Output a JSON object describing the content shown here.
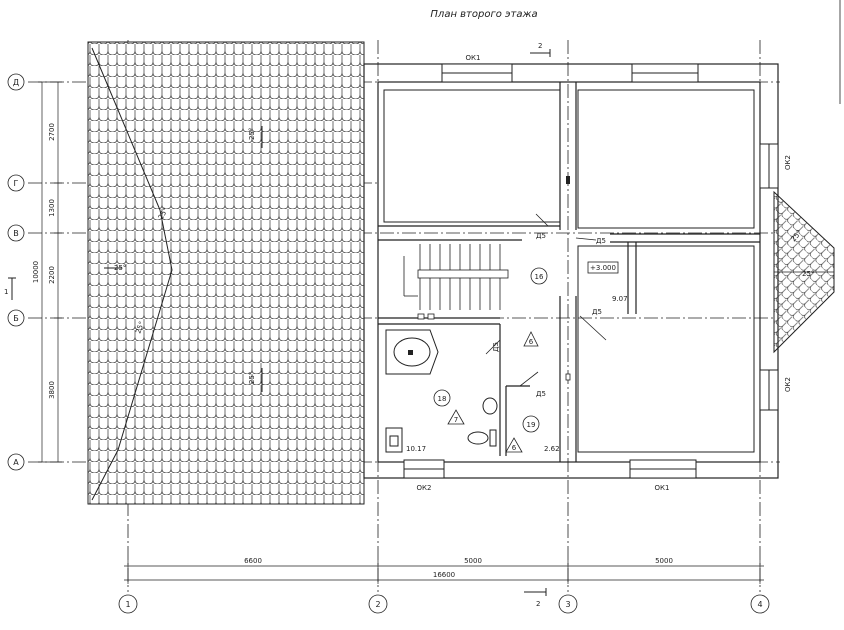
{
  "title": "План второго этажа",
  "axes": {
    "rows": [
      "Д",
      "Г",
      "В",
      "Б",
      "А"
    ],
    "cols": [
      "1",
      "2",
      "3",
      "4"
    ]
  },
  "dimensions": {
    "left": [
      "2700",
      "1300",
      "2200",
      "3800",
      "10000"
    ],
    "bottom": [
      "6600",
      "5000",
      "5000",
      "16600"
    ]
  },
  "windows": {
    "top": "ОК1",
    "bottom_left": "ОК2",
    "bottom_right": "ОК1",
    "right_upper": "ОК2",
    "right_lower": "ОК2"
  },
  "doors": [
    "Д5",
    "Д5",
    "Д5",
    "Д5",
    "Д5"
  ],
  "rooms": {
    "r16": "16",
    "r18": "18",
    "r19": "19",
    "t6a": "6",
    "t7": "7",
    "t6b": "6"
  },
  "areas": {
    "a1": "10.17",
    "a2": "2.62",
    "a3": "9.07"
  },
  "level": "+3.000",
  "section": {
    "top": "2",
    "bottom": "2",
    "left": "1"
  },
  "roof": {
    "slope1": "25°",
    "slope2": "25°",
    "slope3": "25°",
    "slope4": "25°",
    "slope5": "25°",
    "slope6": "25°",
    "slope_right": "25°"
  }
}
